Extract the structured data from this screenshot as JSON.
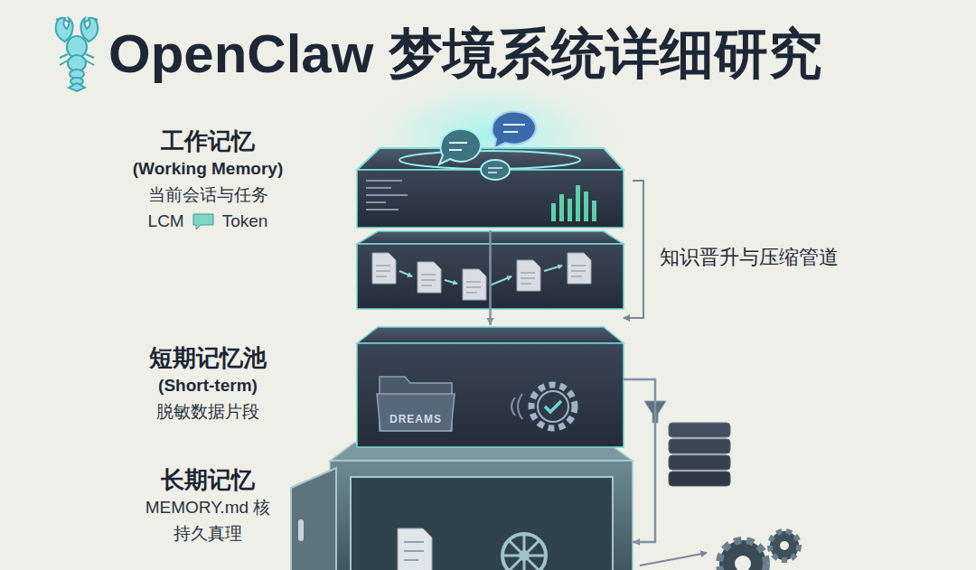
{
  "diagram": {
    "title": "OpenClaw 梦境系统详细研究",
    "nodes": [
      {
        "text": [
          "工作记忆",
          "(Working Memory)",
          "当前会话与任务",
          "LCM",
          "Token"
        ]
      },
      {
        "text": [
          "短期记忆池",
          "(Short-term)",
          "脱敏数据片段"
        ]
      },
      {
        "text": [
          "DREAMS"
        ],
        "in": 1
      },
      {
        "text": [
          "长期记忆",
          "MEMORY.md 核",
          "持久真理"
        ]
      }
    ],
    "edges": [
      {
        "from": 0,
        "to": 1,
        "arrow": "to"
      },
      {
        "from": 1,
        "to": 3,
        "arrow": "to"
      }
    ],
    "labels": [
      "知识晋升与压缩管道"
    ]
  }
}
